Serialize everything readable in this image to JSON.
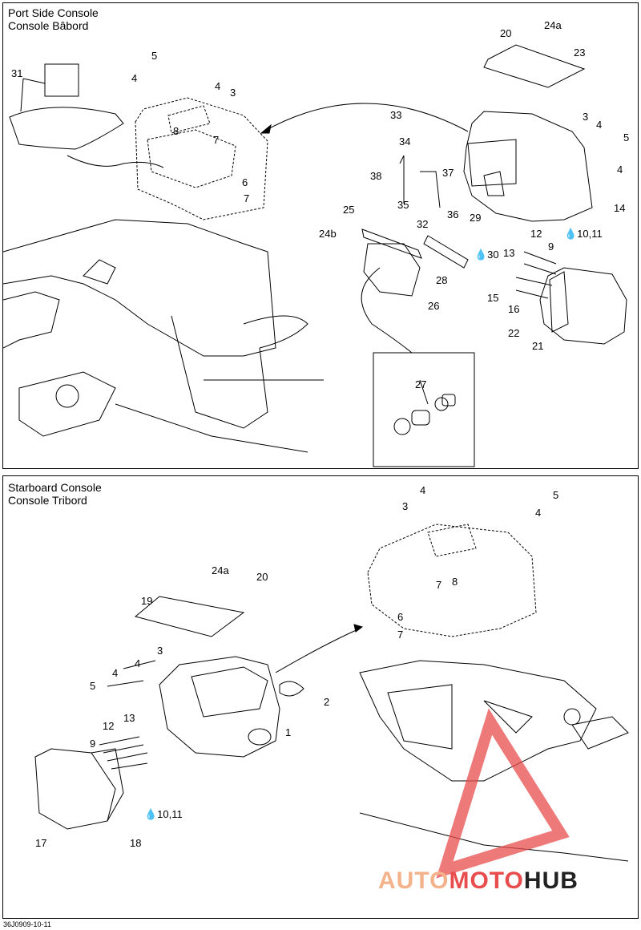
{
  "titles": {
    "port_en": "Port Side Console",
    "port_fr": "Console Bâbord",
    "starboard_en": "Starboard Console",
    "starboard_fr": "Console Tribord"
  },
  "caption": "36J0909-10-11",
  "watermark": {
    "part1": "AUTO",
    "part2": "MOTO",
    "part3": "HUB",
    "color1": "#f3b28a",
    "color2": "#e84c4c",
    "color3": "#222222"
  },
  "callouts_top": [
    "31",
    "5",
    "4",
    "4",
    "3",
    "8",
    "7",
    "6",
    "7",
    "20",
    "24a",
    "23",
    "33",
    "34",
    "3",
    "4",
    "5",
    "4",
    "14",
    "38",
    "37",
    "35",
    "36",
    "25",
    "24b",
    "32",
    "29",
    "30",
    "28",
    "26",
    "12",
    "9",
    "10,11",
    "13",
    "15",
    "16",
    "22",
    "21",
    "27"
  ],
  "callouts_bottom": [
    "4",
    "3",
    "5",
    "4",
    "7",
    "8",
    "6",
    "7",
    "24a",
    "20",
    "19",
    "3",
    "4",
    "4",
    "5",
    "2",
    "1",
    "13",
    "12",
    "9",
    "10,11",
    "17",
    "18"
  ],
  "colors": {
    "line": "#000000",
    "dotted": "#333333",
    "logo_red": "#e84c4c"
  }
}
